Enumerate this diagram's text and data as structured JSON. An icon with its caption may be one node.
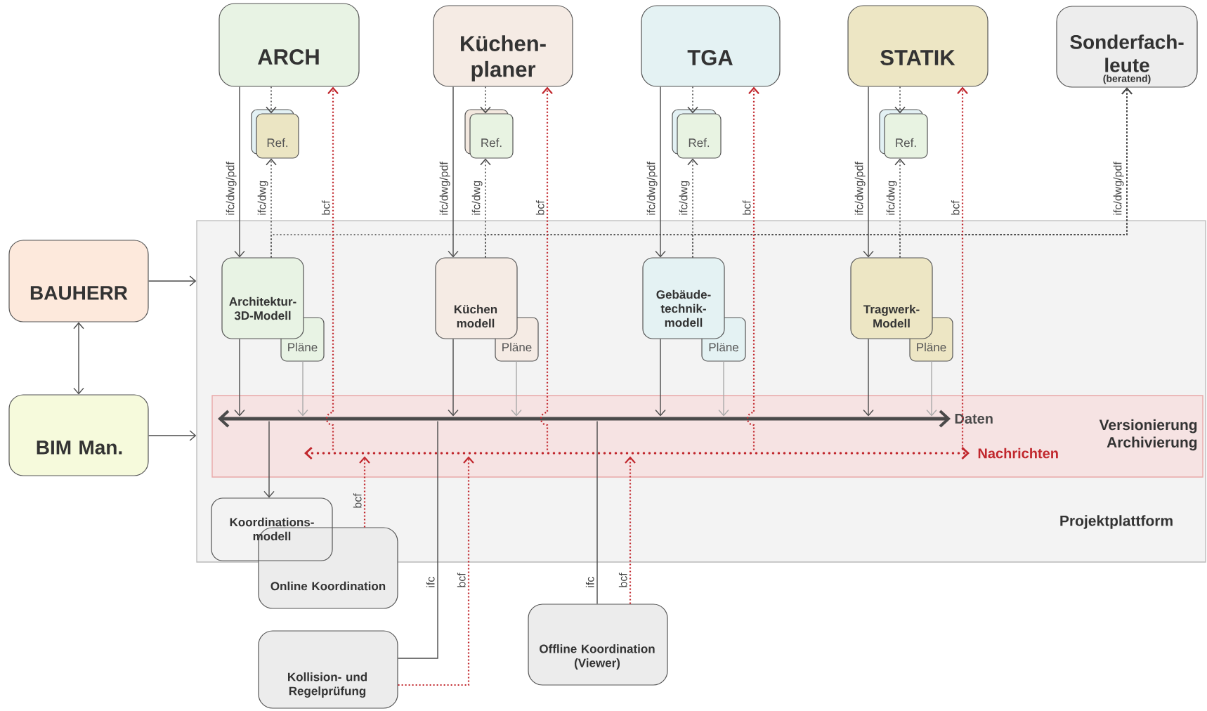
{
  "diagram": {
    "nodes": [
      {
        "text": [
          "ARCH"
        ]
      },
      {
        "text": [
          "Küchen-planer"
        ]
      },
      {
        "text": [
          "TGA"
        ]
      },
      {
        "text": [
          "STATIK"
        ]
      },
      {
        "text": [
          "Sonderfach-leute",
          "(beratend)"
        ]
      },
      {
        "text": [
          "Ref."
        ]
      },
      {
        "text": [
          "Ref."
        ]
      },
      {
        "text": [
          "Ref."
        ]
      },
      {
        "text": [
          "Ref."
        ]
      },
      {
        "text": [
          "BAUHERR"
        ]
      },
      {
        "text": [
          "Projektplattform"
        ]
      },
      {
        "text": [
          "Architektur-3D-Modell"
        ],
        "in": 10
      },
      {
        "text": [
          "Pläne"
        ],
        "in": 10
      },
      {
        "text": [
          "Küchen modell"
        ],
        "in": 10
      },
      {
        "text": [
          "Pläne"
        ],
        "in": 10
      },
      {
        "text": [
          "Gebäude-technik-modell"
        ],
        "in": 10
      },
      {
        "text": [
          "Pläne"
        ],
        "in": 10
      },
      {
        "text": [
          "Tragwerk-Modell"
        ],
        "in": 10
      },
      {
        "text": [
          "Pläne"
        ],
        "in": 10
      },
      {
        "text": [
          "BIM Man."
        ]
      },
      {
        "text": [
          "Versionierung Archivierung"
        ],
        "in": 10
      },
      {
        "text": [],
        "shape": "bar",
        "beside": [
          "Daten"
        ],
        "in": 20
      },
      {
        "text": [],
        "shape": "bar",
        "beside": [
          "Nachrichten"
        ],
        "in": 20
      },
      {
        "text": [
          "Koordinations-modell"
        ],
        "in": 10
      },
      {
        "text": [
          "Online Koordination"
        ]
      },
      {
        "text": [
          "Kollision- und Regelprüfung"
        ]
      },
      {
        "text": [
          "Offline Koordination (Viewer)"
        ]
      }
    ],
    "edges": [
      {
        "from": 0,
        "to": 11,
        "arrow": "to",
        "label": "ifc/dwg/pdf"
      },
      {
        "from": 0,
        "to": 5,
        "arrow": "to",
        "style": "dashed"
      },
      {
        "from": 11,
        "to": 5,
        "arrow": "to",
        "style": "dashed",
        "label": "ifc/dwg"
      },
      {
        "from": 1,
        "to": 13,
        "arrow": "to",
        "label": "ifc/dwg/pdf"
      },
      {
        "from": 1,
        "to": 6,
        "arrow": "to",
        "style": "dashed"
      },
      {
        "from": 13,
        "to": 6,
        "arrow": "to",
        "style": "dashed",
        "label": "ifc/dwg"
      },
      {
        "from": 2,
        "to": 15,
        "arrow": "to",
        "label": "ifc/dwg/pdf"
      },
      {
        "from": 2,
        "to": 7,
        "arrow": "to",
        "style": "dashed"
      },
      {
        "from": 15,
        "to": 7,
        "arrow": "to",
        "style": "dashed",
        "label": "ifc/dwg"
      },
      {
        "from": 3,
        "to": 17,
        "arrow": "to",
        "label": "ifc/dwg/pdf"
      },
      {
        "from": 3,
        "to": 8,
        "arrow": "to",
        "style": "dashed"
      },
      {
        "from": 17,
        "to": 8,
        "arrow": "to",
        "style": "dashed",
        "label": "ifc/dwg"
      },
      {
        "from": 11,
        "to": 4,
        "arrow": "to",
        "style": "dashed",
        "label": "ifc/dwg/pdf"
      },
      {
        "from": 13,
        "to": 4,
        "arrow": "to",
        "style": "dashed"
      },
      {
        "from": 15,
        "to": 4,
        "arrow": "to",
        "style": "dashed"
      },
      {
        "from": 17,
        "to": 4,
        "arrow": "to",
        "style": "dashed"
      },
      {
        "from": 9,
        "to": 19,
        "arrow": "both"
      },
      {
        "from": 9,
        "to": 10,
        "arrow": "to"
      },
      {
        "from": 19,
        "to": 10,
        "arrow": "to"
      },
      {
        "from": 11,
        "to": 21,
        "arrow": "to"
      },
      {
        "from": 12,
        "to": 21,
        "arrow": "to",
        "color": "#aaaaaa"
      },
      {
        "from": 13,
        "to": 21,
        "arrow": "to"
      },
      {
        "from": 14,
        "to": 21,
        "arrow": "to",
        "color": "#aaaaaa"
      },
      {
        "from": 15,
        "to": 21,
        "arrow": "to"
      },
      {
        "from": 16,
        "to": 21,
        "arrow": "to",
        "color": "#aaaaaa"
      },
      {
        "from": 17,
        "to": 21,
        "arrow": "to"
      },
      {
        "from": 18,
        "to": 21,
        "arrow": "to",
        "color": "#aaaaaa"
      },
      {
        "from": 21,
        "to": 23,
        "arrow": "to"
      },
      {
        "from": 25,
        "to": 21,
        "arrow": "none",
        "label": "ifc"
      },
      {
        "from": 26,
        "to": 21,
        "arrow": "none",
        "label": "ifc"
      },
      {
        "from": 22,
        "to": 0,
        "arrow": "to",
        "style": "dashed",
        "color": "#c1272d",
        "label": "bcf"
      },
      {
        "from": 22,
        "to": 1,
        "arrow": "to",
        "style": "dashed",
        "color": "#c1272d",
        "label": "bcf"
      },
      {
        "from": 22,
        "to": 2,
        "arrow": "to",
        "style": "dashed",
        "color": "#c1272d",
        "label": "bcf"
      },
      {
        "from": 22,
        "to": 3,
        "arrow": "to",
        "style": "dashed",
        "color": "#c1272d",
        "label": "bcf"
      },
      {
        "from": 24,
        "to": 22,
        "arrow": "to",
        "style": "dashed",
        "color": "#c1272d",
        "label": "bcf"
      },
      {
        "from": 25,
        "to": 22,
        "arrow": "to",
        "style": "dashed",
        "color": "#c1272d",
        "label": "bcf"
      },
      {
        "from": 26,
        "to": 22,
        "arrow": "to",
        "style": "dashed",
        "color": "#c1272d",
        "label": "bcf"
      }
    ]
  }
}
